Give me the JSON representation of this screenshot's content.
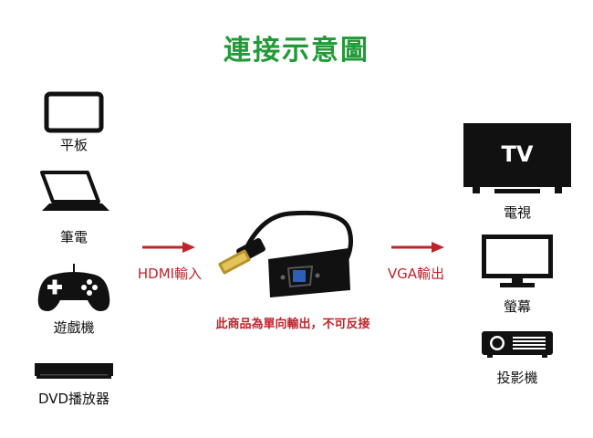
{
  "title": "連接示意圖",
  "accent_color": "#219a37",
  "arrow_color": "#c0232a",
  "inputs": [
    {
      "label": "平板",
      "icon": "tablet-icon"
    },
    {
      "label": "筆電",
      "icon": "laptop-icon"
    },
    {
      "label": "遊戲機",
      "icon": "gamepad-icon"
    },
    {
      "label": "DVD播放器",
      "icon": "dvd-player-icon"
    }
  ],
  "outputs": [
    {
      "label": "電視",
      "icon": "tv-icon",
      "screen_text": "TV"
    },
    {
      "label": "螢幕",
      "icon": "monitor-icon"
    },
    {
      "label": "投影機",
      "icon": "projector-icon"
    }
  ],
  "hdmi_label": "HDMI輸入",
  "vga_label": "VGA輸出",
  "note": "此商品為單向輸出，不可反接"
}
